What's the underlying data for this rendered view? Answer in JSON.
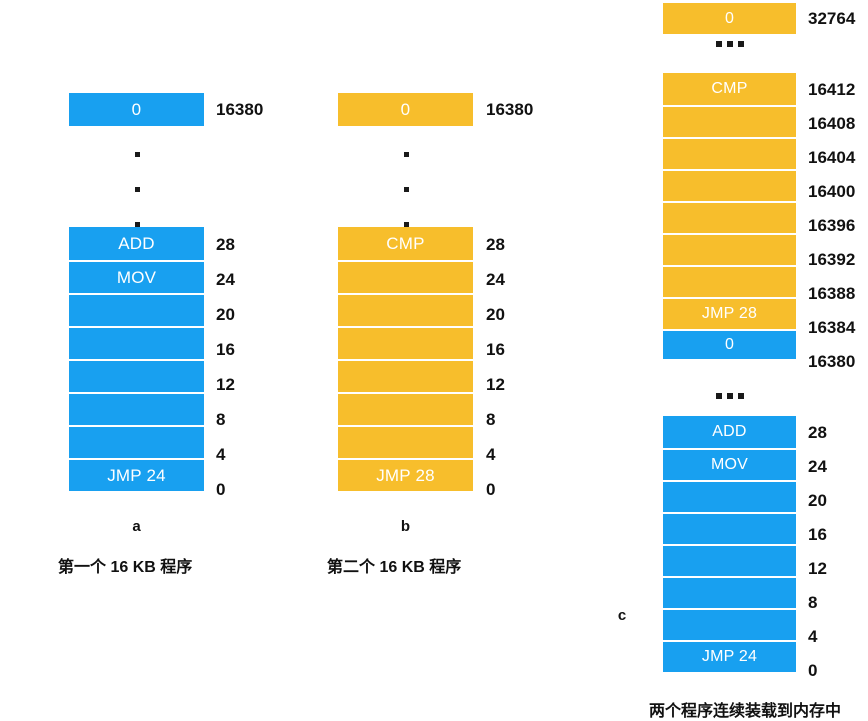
{
  "figure": {
    "colors": {
      "blue": "#18a0f0",
      "amber": "#f7be2c",
      "text": "#111111"
    },
    "panels": [
      {
        "letter": "a",
        "caption": "第一个 16 KB 程序",
        "top_cell": {
          "label": "0",
          "address": "16380",
          "color": "blue"
        },
        "ellipsis": "vertical",
        "cells": [
          {
            "label": "ADD",
            "address": "28",
            "color": "blue"
          },
          {
            "label": "MOV",
            "address": "24",
            "color": "blue"
          },
          {
            "label": "",
            "address": "20",
            "color": "blue"
          },
          {
            "label": "",
            "address": "16",
            "color": "blue"
          },
          {
            "label": "",
            "address": "12",
            "color": "blue"
          },
          {
            "label": "",
            "address": "8",
            "color": "blue"
          },
          {
            "label": "",
            "address": "4",
            "color": "blue"
          },
          {
            "label": "JMP 24",
            "address": "0",
            "color": "blue"
          }
        ]
      },
      {
        "letter": "b",
        "caption": "第二个 16 KB 程序",
        "top_cell": {
          "label": "0",
          "address": "16380",
          "color": "amber"
        },
        "ellipsis": "vertical",
        "cells": [
          {
            "label": "CMP",
            "address": "28",
            "color": "amber"
          },
          {
            "label": "",
            "address": "24",
            "color": "amber"
          },
          {
            "label": "",
            "address": "20",
            "color": "amber"
          },
          {
            "label": "",
            "address": "16",
            "color": "amber"
          },
          {
            "label": "",
            "address": "12",
            "color": "amber"
          },
          {
            "label": "",
            "address": "8",
            "color": "amber"
          },
          {
            "label": "",
            "address": "4",
            "color": "amber"
          },
          {
            "label": "JMP 28",
            "address": "0",
            "color": "amber"
          }
        ]
      },
      {
        "letter": "c",
        "caption": "两个程序连续装载到内存中",
        "top_cell": {
          "label": "0",
          "address": "32764",
          "color": "amber"
        },
        "ellipsis": "horizontal",
        "upper_cells": [
          {
            "label": "CMP",
            "address": "16412",
            "color": "amber"
          },
          {
            "label": "",
            "address": "16408",
            "color": "amber"
          },
          {
            "label": "",
            "address": "16404",
            "color": "amber"
          },
          {
            "label": "",
            "address": "16400",
            "color": "amber"
          },
          {
            "label": "",
            "address": "16396",
            "color": "amber"
          },
          {
            "label": "",
            "address": "16392",
            "color": "amber"
          },
          {
            "label": "",
            "address": "16388",
            "color": "amber"
          },
          {
            "label": "JMP 28",
            "address": "16384",
            "color": "amber"
          },
          {
            "label": "0",
            "address": "16380",
            "color": "blue"
          }
        ],
        "lower_cells": [
          {
            "label": "ADD",
            "address": "28",
            "color": "blue"
          },
          {
            "label": "MOV",
            "address": "24",
            "color": "blue"
          },
          {
            "label": "",
            "address": "20",
            "color": "blue"
          },
          {
            "label": "",
            "address": "16",
            "color": "blue"
          },
          {
            "label": "",
            "address": "12",
            "color": "blue"
          },
          {
            "label": "",
            "address": "8",
            "color": "blue"
          },
          {
            "label": "",
            "address": "4",
            "color": "blue"
          },
          {
            "label": "JMP 24",
            "address": "0",
            "color": "blue"
          }
        ]
      }
    ]
  }
}
